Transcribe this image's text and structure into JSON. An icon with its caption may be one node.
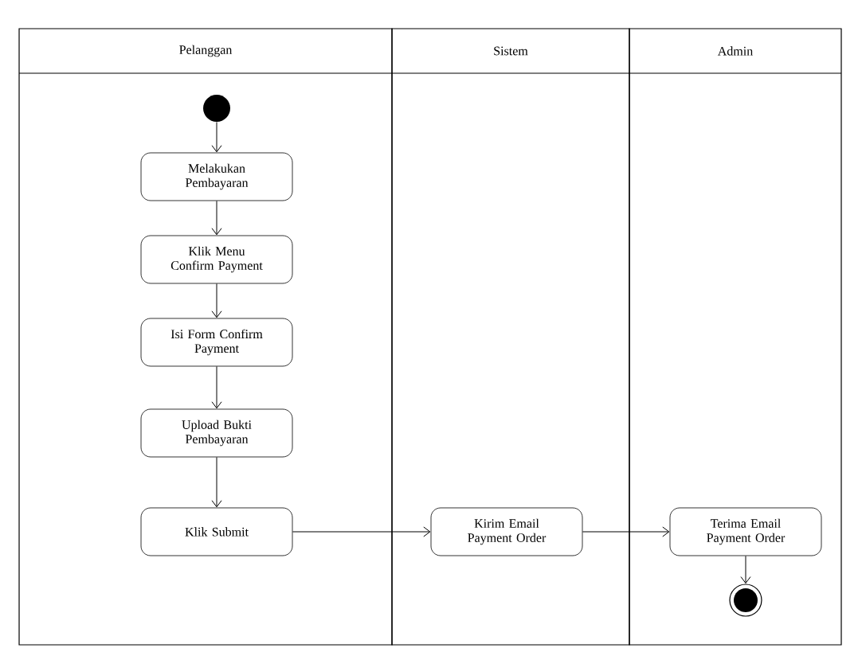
{
  "diagram": {
    "nodes": [
      {
        "text": [
          "Pelanggan"
        ]
      },
      {
        "text": [
          "Sistem"
        ]
      },
      {
        "text": [
          "Admin"
        ]
      },
      {
        "text": [],
        "shape": "circle",
        "in": 0
      },
      {
        "text": [
          "Melakukan Pembayaran"
        ],
        "in": 0
      },
      {
        "text": [
          "Klik Menu Confirm Payment"
        ],
        "in": 0
      },
      {
        "text": [
          "Isi Form Confirm Payment"
        ],
        "in": 0
      },
      {
        "text": [
          "Upload Bukti Pembayaran"
        ],
        "in": 0
      },
      {
        "text": [
          "Klik Submit"
        ],
        "in": 0
      },
      {
        "text": [
          "Kirim Email Payment Order"
        ],
        "in": 1
      },
      {
        "text": [
          "Terima Email Payment Order"
        ],
        "in": 2
      },
      {
        "text": [],
        "shape": "bullseye",
        "in": 2
      }
    ],
    "edges": [
      {
        "from": 3,
        "to": 4,
        "arrow": "to"
      },
      {
        "from": 4,
        "to": 5,
        "arrow": "to"
      },
      {
        "from": 5,
        "to": 6,
        "arrow": "to"
      },
      {
        "from": 6,
        "to": 7,
        "arrow": "to"
      },
      {
        "from": 7,
        "to": 8,
        "arrow": "to"
      },
      {
        "from": 8,
        "to": 9,
        "arrow": "to"
      },
      {
        "from": 9,
        "to": 10,
        "arrow": "to"
      },
      {
        "from": 10,
        "to": 11,
        "arrow": "to"
      }
    ]
  }
}
